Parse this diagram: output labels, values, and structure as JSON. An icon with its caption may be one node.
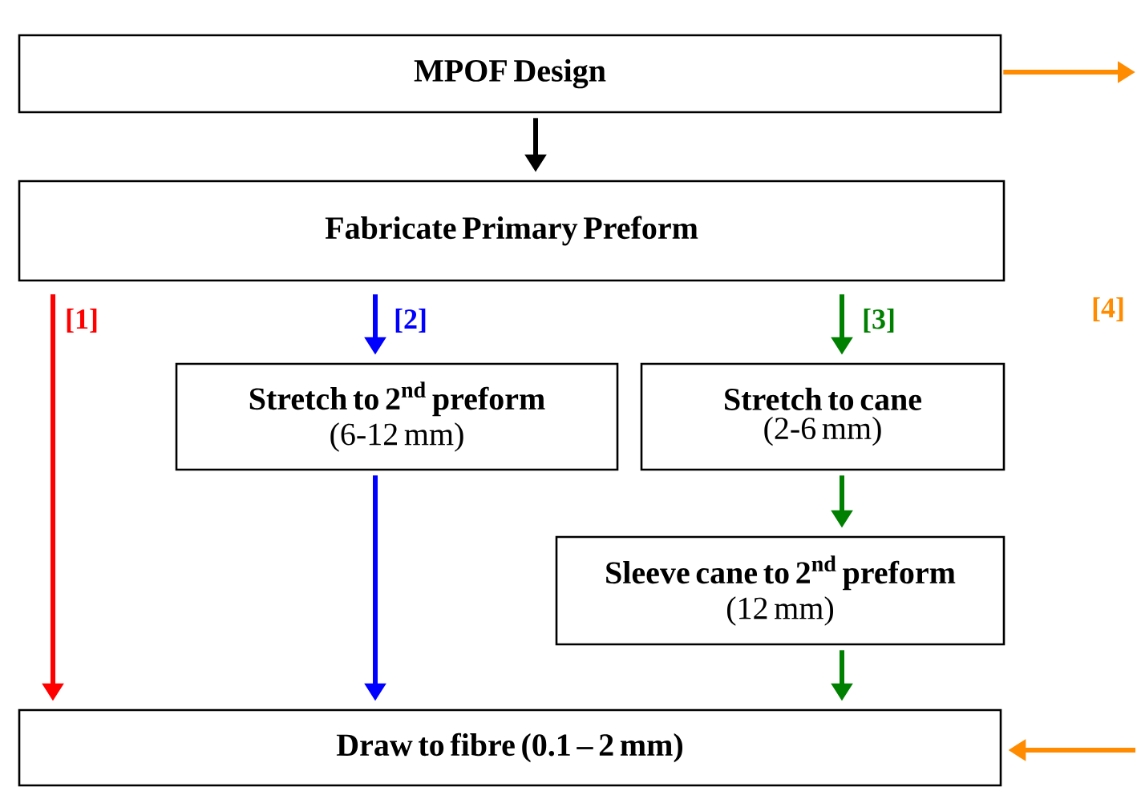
{
  "diagram": {
    "nodes": [
      {
        "text": [
          "MPOF Design"
        ]
      },
      {
        "text": [
          "Fabricate Primary Preform"
        ]
      },
      {
        "text": [
          "Stretch to 2$^{nd}$ preform",
          "(6-12 mm)"
        ]
      },
      {
        "text": [
          "Stretch to cane",
          "(2-6 mm)"
        ]
      },
      {
        "text": [
          "Sleeve cane to 2$^{nd}$ preform",
          "(12 mm)"
        ]
      },
      {
        "text": [
          "Draw to fibre (0.1 – 2 mm)"
        ]
      }
    ],
    "edges": [
      {
        "from": 0,
        "to": 1,
        "arrow": "to",
        "color": "#000000"
      },
      {
        "from": 1,
        "to": 5,
        "arrow": "to",
        "label": "[1]",
        "color": "#ff0000"
      },
      {
        "from": 1,
        "to": 2,
        "arrow": "to",
        "label": "[2]",
        "color": "#0000ff"
      },
      {
        "from": 2,
        "to": 5,
        "arrow": "to",
        "color": "#0000ff"
      },
      {
        "from": 1,
        "to": 3,
        "arrow": "to",
        "label": "[3]",
        "color": "#008000"
      },
      {
        "from": 3,
        "to": 4,
        "arrow": "to",
        "color": "#008000"
      },
      {
        "from": 4,
        "to": 5,
        "arrow": "to",
        "color": "#008000"
      },
      {
        "from": 0,
        "to": null,
        "arrow": "to",
        "color": "#ff8c00"
      },
      {
        "from": null,
        "to": 5,
        "arrow": "to",
        "color": "#ff8c00"
      }
    ],
    "labels": [
      "[4]"
    ]
  }
}
